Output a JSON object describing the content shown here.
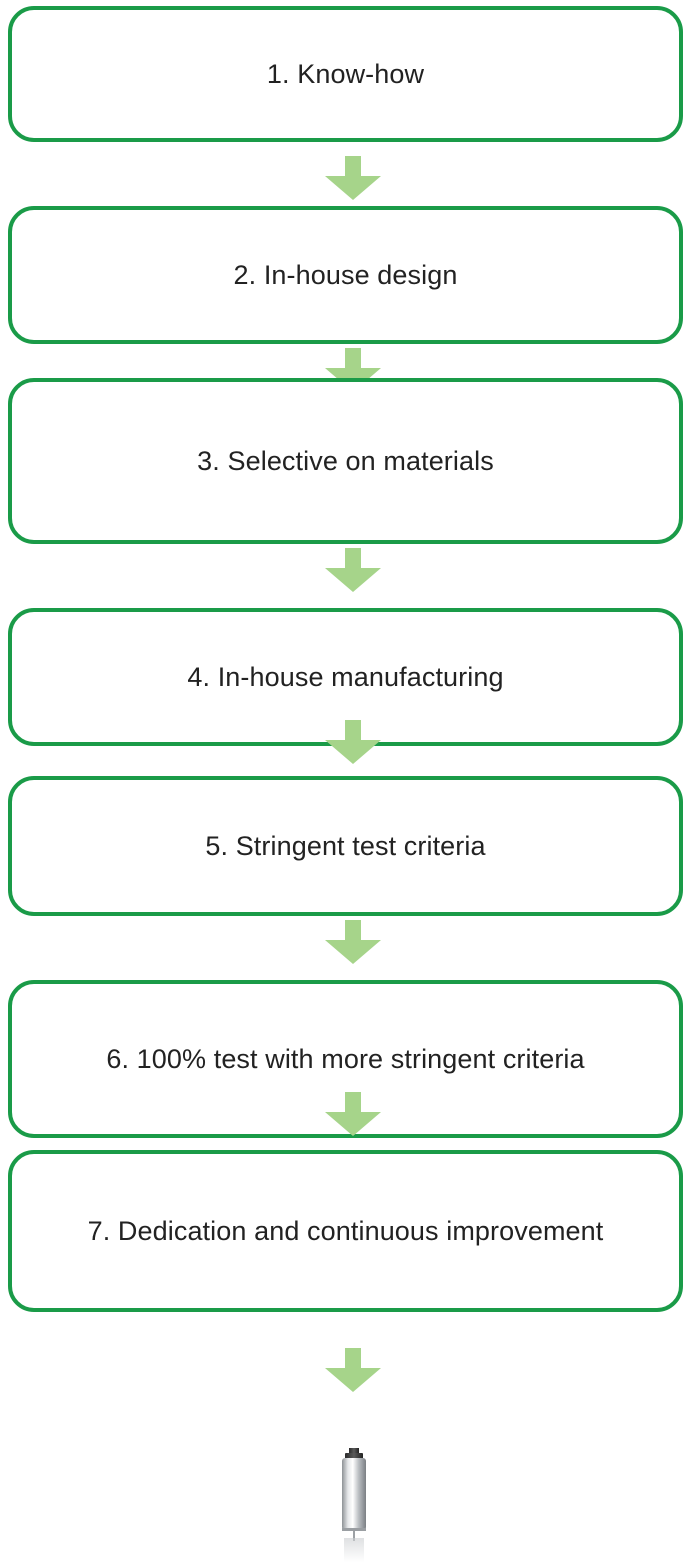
{
  "flowchart": {
    "steps": [
      {
        "label": "1. Know-how"
      },
      {
        "label": "2. In-house design"
      },
      {
        "label": "3. Selective on materials"
      },
      {
        "label": "4. In-house manufacturing"
      },
      {
        "label": "5. Stringent test criteria"
      },
      {
        "label": "6. 100% test with more stringent criteria"
      },
      {
        "label": "7. Dedication and continuous improvement"
      }
    ],
    "colors": {
      "box_border": "#1a9b48",
      "arrow": "#a6d48a",
      "text": "#222222"
    },
    "end_image": "cylindrical-component-image"
  }
}
